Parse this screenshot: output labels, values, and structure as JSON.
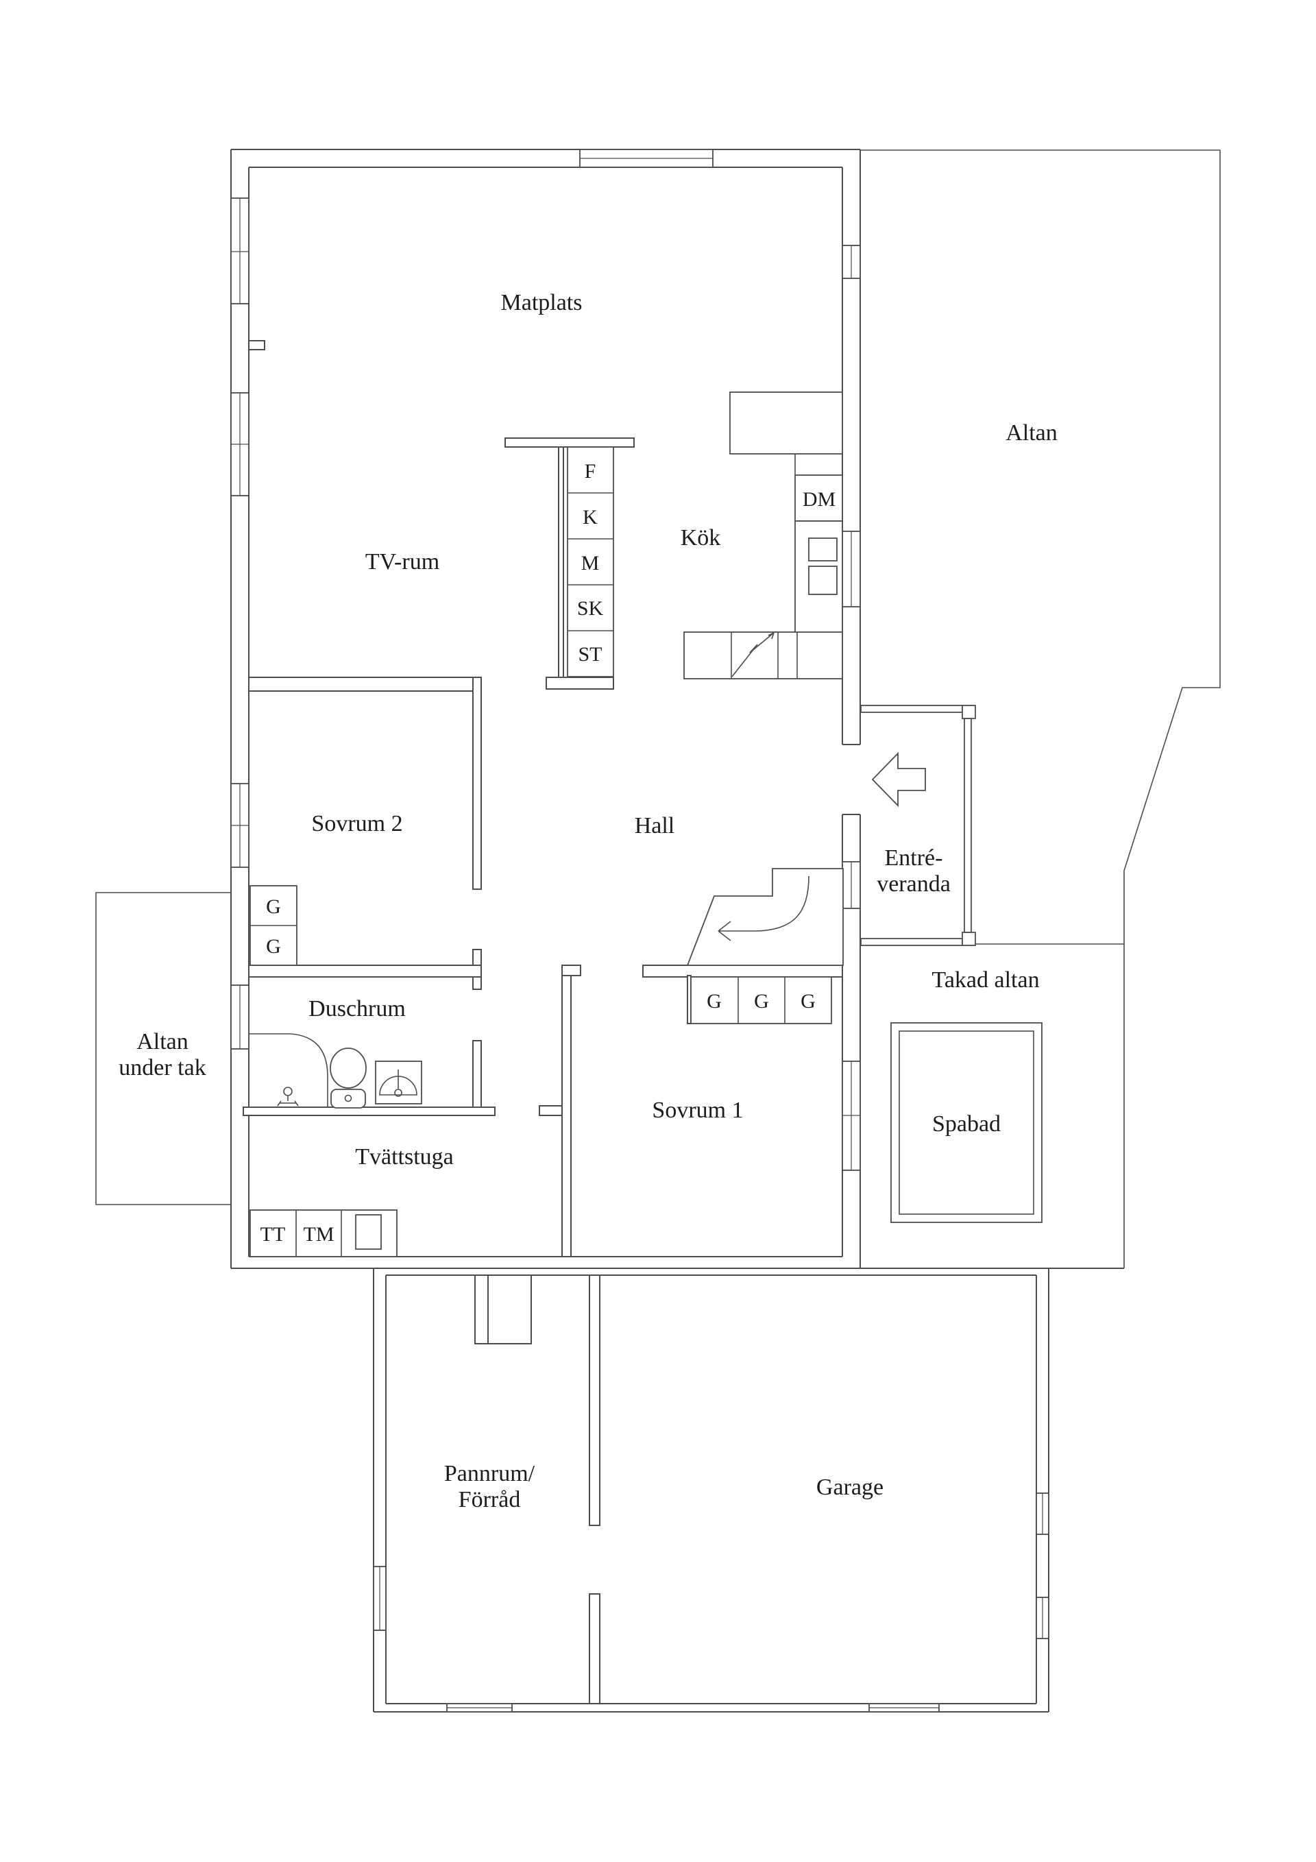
{
  "rooms": {
    "matplats": {
      "label": "Matplats"
    },
    "tv_rum": {
      "label": "TV-rum"
    },
    "kok": {
      "label": "Kök"
    },
    "altan": {
      "label": "Altan"
    },
    "sovrum_2": {
      "label": "Sovrum 2"
    },
    "hall": {
      "label": "Hall"
    },
    "entre_veranda": {
      "line1": "Entré-",
      "line2": "veranda"
    },
    "duschrum": {
      "label": "Duschrum"
    },
    "altan_under_tak": {
      "line1": "Altan",
      "line2": "under tak"
    },
    "takad_altan": {
      "label": "Takad altan"
    },
    "spabad": {
      "label": "Spabad"
    },
    "sovrum_1": {
      "label": "Sovrum 1"
    },
    "tvattstuga": {
      "label": "Tvättstuga"
    },
    "pannrum_forrad": {
      "line1": "Pannrum/",
      "line2": "Förråd"
    },
    "garage": {
      "label": "Garage"
    }
  },
  "fixtures": {
    "dm": "DM",
    "f": "F",
    "k": "K",
    "m": "M",
    "sk": "SK",
    "st": "ST",
    "g": "G",
    "tt": "TT",
    "tm": "TM"
  },
  "colors": {
    "line": "#4d4d4d",
    "text": "#1c1c1c",
    "background": "#ffffff"
  }
}
